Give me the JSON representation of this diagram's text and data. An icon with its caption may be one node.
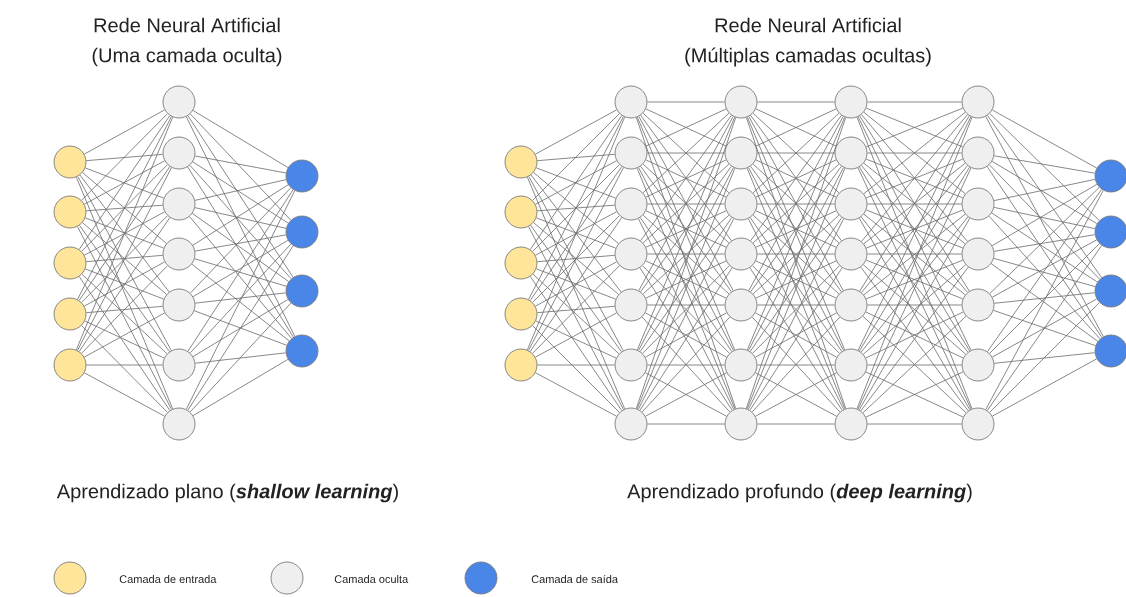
{
  "diagram": {
    "nodes": [
      {
        "text": [],
        "shape": "circle"
      },
      {
        "text": [],
        "shape": "circle"
      },
      {
        "text": [],
        "shape": "circle"
      },
      {
        "text": [],
        "shape": "circle"
      },
      {
        "text": [],
        "shape": "circle"
      },
      {
        "text": [],
        "shape": "circle"
      },
      {
        "text": [],
        "shape": "circle"
      },
      {
        "text": [],
        "shape": "circle"
      },
      {
        "text": [],
        "shape": "circle"
      },
      {
        "text": [],
        "shape": "circle"
      },
      {
        "text": [],
        "shape": "circle"
      },
      {
        "text": [],
        "shape": "circle"
      },
      {
        "text": [],
        "shape": "circle"
      },
      {
        "text": [],
        "shape": "circle"
      },
      {
        "text": [],
        "shape": "circle"
      },
      {
        "text": [],
        "shape": "circle"
      },
      {
        "text": [],
        "shape": "circle"
      },
      {
        "text": [],
        "shape": "circle"
      },
      {
        "text": [],
        "shape": "circle"
      },
      {
        "text": [],
        "shape": "circle"
      },
      {
        "text": [],
        "shape": "circle"
      },
      {
        "text": [],
        "shape": "circle"
      },
      {
        "text": [],
        "shape": "circle"
      },
      {
        "text": [],
        "shape": "circle"
      },
      {
        "text": [],
        "shape": "circle"
      },
      {
        "text": [],
        "shape": "circle"
      },
      {
        "text": [],
        "shape": "circle"
      },
      {
        "text": [],
        "shape": "circle"
      },
      {
        "text": [],
        "shape": "circle"
      },
      {
        "text": [],
        "shape": "circle"
      },
      {
        "text": [],
        "shape": "circle"
      },
      {
        "text": [],
        "shape": "circle"
      },
      {
        "text": [],
        "shape": "circle"
      },
      {
        "text": [],
        "shape": "circle"
      },
      {
        "text": [],
        "shape": "circle"
      },
      {
        "text": [],
        "shape": "circle"
      },
      {
        "text": [],
        "shape": "circle"
      },
      {
        "text": [],
        "shape": "circle"
      },
      {
        "text": [],
        "shape": "circle"
      },
      {
        "text": [],
        "shape": "circle"
      },
      {
        "text": [],
        "shape": "circle"
      },
      {
        "text": [],
        "shape": "circle"
      },
      {
        "text": [],
        "shape": "circle"
      },
      {
        "text": [],
        "shape": "circle"
      },
      {
        "text": [],
        "shape": "circle"
      },
      {
        "text": [],
        "shape": "circle"
      },
      {
        "text": [],
        "shape": "circle"
      },
      {
        "text": [],
        "shape": "circle"
      },
      {
        "text": [],
        "shape": "circle"
      },
      {
        "text": [],
        "shape": "circle"
      },
      {
        "text": [],
        "shape": "circle"
      },
      {
        "text": [],
        "shape": "circle"
      },
      {
        "text": [],
        "shape": "circle"
      }
    ],
    "edges": [
      {
        "from": 0,
        "to": 5,
        "arrow": "none"
      },
      {
        "from": 0,
        "to": 6,
        "arrow": "none"
      },
      {
        "from": 0,
        "to": 7,
        "arrow": "none"
      },
      {
        "from": 0,
        "to": 8,
        "arrow": "none"
      },
      {
        "from": 0,
        "to": 9,
        "arrow": "none"
      },
      {
        "from": 0,
        "to": 10,
        "arrow": "none"
      },
      {
        "from": 0,
        "to": 11,
        "arrow": "none"
      },
      {
        "from": 1,
        "to": 5,
        "arrow": "none"
      },
      {
        "from": 1,
        "to": 6,
        "arrow": "none"
      },
      {
        "from": 1,
        "to": 7,
        "arrow": "none"
      },
      {
        "from": 1,
        "to": 8,
        "arrow": "none"
      },
      {
        "from": 1,
        "to": 9,
        "arrow": "none"
      },
      {
        "from": 1,
        "to": 10,
        "arrow": "none"
      },
      {
        "from": 1,
        "to": 11,
        "arrow": "none"
      },
      {
        "from": 2,
        "to": 5,
        "arrow": "none"
      },
      {
        "from": 2,
        "to": 6,
        "arrow": "none"
      },
      {
        "from": 2,
        "to": 7,
        "arrow": "none"
      },
      {
        "from": 2,
        "to": 8,
        "arrow": "none"
      },
      {
        "from": 2,
        "to": 9,
        "arrow": "none"
      },
      {
        "from": 2,
        "to": 10,
        "arrow": "none"
      },
      {
        "from": 2,
        "to": 11,
        "arrow": "none"
      },
      {
        "from": 3,
        "to": 5,
        "arrow": "none"
      },
      {
        "from": 3,
        "to": 6,
        "arrow": "none"
      },
      {
        "from": 3,
        "to": 7,
        "arrow": "none"
      },
      {
        "from": 3,
        "to": 8,
        "arrow": "none"
      },
      {
        "from": 3,
        "to": 9,
        "arrow": "none"
      },
      {
        "from": 3,
        "to": 10,
        "arrow": "none"
      },
      {
        "from": 3,
        "to": 11,
        "arrow": "none"
      },
      {
        "from": 4,
        "to": 5,
        "arrow": "none"
      },
      {
        "from": 4,
        "to": 6,
        "arrow": "none"
      },
      {
        "from": 4,
        "to": 7,
        "arrow": "none"
      },
      {
        "from": 4,
        "to": 8,
        "arrow": "none"
      },
      {
        "from": 4,
        "to": 9,
        "arrow": "none"
      },
      {
        "from": 4,
        "to": 10,
        "arrow": "none"
      },
      {
        "from": 4,
        "to": 11,
        "arrow": "none"
      },
      {
        "from": 5,
        "to": 12,
        "arrow": "none"
      },
      {
        "from": 5,
        "to": 13,
        "arrow": "none"
      },
      {
        "from": 5,
        "to": 14,
        "arrow": "none"
      },
      {
        "from": 5,
        "to": 15,
        "arrow": "none"
      },
      {
        "from": 6,
        "to": 12,
        "arrow": "none"
      },
      {
        "from": 6,
        "to": 13,
        "arrow": "none"
      },
      {
        "from": 6,
        "to": 14,
        "arrow": "none"
      },
      {
        "from": 6,
        "to": 15,
        "arrow": "none"
      },
      {
        "from": 7,
        "to": 12,
        "arrow": "none"
      },
      {
        "from": 7,
        "to": 13,
        "arrow": "none"
      },
      {
        "from": 7,
        "to": 14,
        "arrow": "none"
      },
      {
        "from": 7,
        "to": 15,
        "arrow": "none"
      },
      {
        "from": 8,
        "to": 12,
        "arrow": "none"
      },
      {
        "from": 8,
        "to": 13,
        "arrow": "none"
      },
      {
        "from": 8,
        "to": 14,
        "arrow": "none"
      },
      {
        "from": 8,
        "to": 15,
        "arrow": "none"
      },
      {
        "from": 9,
        "to": 12,
        "arrow": "none"
      },
      {
        "from": 9,
        "to": 13,
        "arrow": "none"
      },
      {
        "from": 9,
        "to": 14,
        "arrow": "none"
      },
      {
        "from": 9,
        "to": 15,
        "arrow": "none"
      },
      {
        "from": 10,
        "to": 12,
        "arrow": "none"
      },
      {
        "from": 10,
        "to": 13,
        "arrow": "none"
      },
      {
        "from": 10,
        "to": 14,
        "arrow": "none"
      },
      {
        "from": 10,
        "to": 15,
        "arrow": "none"
      },
      {
        "from": 11,
        "to": 12,
        "arrow": "none"
      },
      {
        "from": 11,
        "to": 13,
        "arrow": "none"
      },
      {
        "from": 11,
        "to": 14,
        "arrow": "none"
      },
      {
        "from": 11,
        "to": 15,
        "arrow": "none"
      },
      {
        "from": 16,
        "to": 21,
        "arrow": "none"
      },
      {
        "from": 16,
        "to": 22,
        "arrow": "none"
      },
      {
        "from": 16,
        "to": 23,
        "arrow": "none"
      },
      {
        "from": 16,
        "to": 24,
        "arrow": "none"
      },
      {
        "from": 16,
        "to": 25,
        "arrow": "none"
      },
      {
        "from": 16,
        "to": 26,
        "arrow": "none"
      },
      {
        "from": 16,
        "to": 27,
        "arrow": "none"
      },
      {
        "from": 17,
        "to": 21,
        "arrow": "none"
      },
      {
        "from": 17,
        "to": 22,
        "arrow": "none"
      },
      {
        "from": 17,
        "to": 23,
        "arrow": "none"
      },
      {
        "from": 17,
        "to": 24,
        "arrow": "none"
      },
      {
        "from": 17,
        "to": 25,
        "arrow": "none"
      },
      {
        "from": 17,
        "to": 26,
        "arrow": "none"
      },
      {
        "from": 17,
        "to": 27,
        "arrow": "none"
      },
      {
        "from": 18,
        "to": 21,
        "arrow": "none"
      },
      {
        "from": 18,
        "to": 22,
        "arrow": "none"
      },
      {
        "from": 18,
        "to": 23,
        "arrow": "none"
      },
      {
        "from": 18,
        "to": 24,
        "arrow": "none"
      },
      {
        "from": 18,
        "to": 25,
        "arrow": "none"
      },
      {
        "from": 18,
        "to": 26,
        "arrow": "none"
      },
      {
        "from": 18,
        "to": 27,
        "arrow": "none"
      },
      {
        "from": 19,
        "to": 21,
        "arrow": "none"
      },
      {
        "from": 19,
        "to": 22,
        "arrow": "none"
      },
      {
        "from": 19,
        "to": 23,
        "arrow": "none"
      },
      {
        "from": 19,
        "to": 24,
        "arrow": "none"
      },
      {
        "from": 19,
        "to": 25,
        "arrow": "none"
      },
      {
        "from": 19,
        "to": 26,
        "arrow": "none"
      },
      {
        "from": 19,
        "to": 27,
        "arrow": "none"
      },
      {
        "from": 20,
        "to": 21,
        "arrow": "none"
      },
      {
        "from": 20,
        "to": 22,
        "arrow": "none"
      },
      {
        "from": 20,
        "to": 23,
        "arrow": "none"
      },
      {
        "from": 20,
        "to": 24,
        "arrow": "none"
      },
      {
        "from": 20,
        "to": 25,
        "arrow": "none"
      },
      {
        "from": 20,
        "to": 26,
        "arrow": "none"
      },
      {
        "from": 20,
        "to": 27,
        "arrow": "none"
      },
      {
        "from": 21,
        "to": 28,
        "arrow": "none"
      },
      {
        "from": 21,
        "to": 29,
        "arrow": "none"
      },
      {
        "from": 21,
        "to": 30,
        "arrow": "none"
      },
      {
        "from": 21,
        "to": 31,
        "arrow": "none"
      },
      {
        "from": 21,
        "to": 32,
        "arrow": "none"
      },
      {
        "from": 21,
        "to": 33,
        "arrow": "none"
      },
      {
        "from": 21,
        "to": 34,
        "arrow": "none"
      },
      {
        "from": 22,
        "to": 28,
        "arrow": "none"
      },
      {
        "from": 22,
        "to": 29,
        "arrow": "none"
      },
      {
        "from": 22,
        "to": 30,
        "arrow": "none"
      },
      {
        "from": 22,
        "to": 31,
        "arrow": "none"
      },
      {
        "from": 22,
        "to": 32,
        "arrow": "none"
      },
      {
        "from": 22,
        "to": 33,
        "arrow": "none"
      },
      {
        "from": 22,
        "to": 34,
        "arrow": "none"
      },
      {
        "from": 23,
        "to": 28,
        "arrow": "none"
      },
      {
        "from": 23,
        "to": 29,
        "arrow": "none"
      },
      {
        "from": 23,
        "to": 30,
        "arrow": "none"
      },
      {
        "from": 23,
        "to": 31,
        "arrow": "none"
      },
      {
        "from": 23,
        "to": 32,
        "arrow": "none"
      },
      {
        "from": 23,
        "to": 33,
        "arrow": "none"
      },
      {
        "from": 23,
        "to": 34,
        "arrow": "none"
      },
      {
        "from": 24,
        "to": 28,
        "arrow": "none"
      },
      {
        "from": 24,
        "to": 29,
        "arrow": "none"
      },
      {
        "from": 24,
        "to": 30,
        "arrow": "none"
      },
      {
        "from": 24,
        "to": 31,
        "arrow": "none"
      },
      {
        "from": 24,
        "to": 32,
        "arrow": "none"
      },
      {
        "from": 24,
        "to": 33,
        "arrow": "none"
      },
      {
        "from": 24,
        "to": 34,
        "arrow": "none"
      },
      {
        "from": 25,
        "to": 28,
        "arrow": "none"
      },
      {
        "from": 25,
        "to": 29,
        "arrow": "none"
      },
      {
        "from": 25,
        "to": 30,
        "arrow": "none"
      },
      {
        "from": 25,
        "to": 31,
        "arrow": "none"
      },
      {
        "from": 25,
        "to": 32,
        "arrow": "none"
      },
      {
        "from": 25,
        "to": 33,
        "arrow": "none"
      },
      {
        "from": 25,
        "to": 34,
        "arrow": "none"
      },
      {
        "from": 26,
        "to": 28,
        "arrow": "none"
      },
      {
        "from": 26,
        "to": 29,
        "arrow": "none"
      },
      {
        "from": 26,
        "to": 30,
        "arrow": "none"
      },
      {
        "from": 26,
        "to": 31,
        "arrow": "none"
      },
      {
        "from": 26,
        "to": 32,
        "arrow": "none"
      },
      {
        "from": 26,
        "to": 33,
        "arrow": "none"
      },
      {
        "from": 26,
        "to": 34,
        "arrow": "none"
      },
      {
        "from": 27,
        "to": 28,
        "arrow": "none"
      },
      {
        "from": 27,
        "to": 29,
        "arrow": "none"
      },
      {
        "from": 27,
        "to": 30,
        "arrow": "none"
      },
      {
        "from": 27,
        "to": 31,
        "arrow": "none"
      },
      {
        "from": 27,
        "to": 32,
        "arrow": "none"
      },
      {
        "from": 27,
        "to": 33,
        "arrow": "none"
      },
      {
        "from": 27,
        "to": 34,
        "arrow": "none"
      },
      {
        "from": 28,
        "to": 35,
        "arrow": "none"
      },
      {
        "from": 28,
        "to": 36,
        "arrow": "none"
      },
      {
        "from": 28,
        "to": 37,
        "arrow": "none"
      },
      {
        "from": 28,
        "to": 38,
        "arrow": "none"
      },
      {
        "from": 28,
        "to": 39,
        "arrow": "none"
      },
      {
        "from": 28,
        "to": 40,
        "arrow": "none"
      },
      {
        "from": 28,
        "to": 41,
        "arrow": "none"
      },
      {
        "from": 29,
        "to": 35,
        "arrow": "none"
      },
      {
        "from": 29,
        "to": 36,
        "arrow": "none"
      },
      {
        "from": 29,
        "to": 37,
        "arrow": "none"
      },
      {
        "from": 29,
        "to": 38,
        "arrow": "none"
      },
      {
        "from": 29,
        "to": 39,
        "arrow": "none"
      },
      {
        "from": 29,
        "to": 40,
        "arrow": "none"
      },
      {
        "from": 29,
        "to": 41,
        "arrow": "none"
      },
      {
        "from": 30,
        "to": 35,
        "arrow": "none"
      },
      {
        "from": 30,
        "to": 36,
        "arrow": "none"
      },
      {
        "from": 30,
        "to": 37,
        "arrow": "none"
      },
      {
        "from": 30,
        "to": 38,
        "arrow": "none"
      },
      {
        "from": 30,
        "to": 39,
        "arrow": "none"
      },
      {
        "from": 30,
        "to": 40,
        "arrow": "none"
      },
      {
        "from": 30,
        "to": 41,
        "arrow": "none"
      },
      {
        "from": 31,
        "to": 35,
        "arrow": "none"
      },
      {
        "from": 31,
        "to": 36,
        "arrow": "none"
      },
      {
        "from": 31,
        "to": 37,
        "arrow": "none"
      },
      {
        "from": 31,
        "to": 38,
        "arrow": "none"
      },
      {
        "from": 31,
        "to": 39,
        "arrow": "none"
      },
      {
        "from": 31,
        "to": 40,
        "arrow": "none"
      },
      {
        "from": 31,
        "to": 41,
        "arrow": "none"
      },
      {
        "from": 32,
        "to": 35,
        "arrow": "none"
      },
      {
        "from": 32,
        "to": 36,
        "arrow": "none"
      },
      {
        "from": 32,
        "to": 37,
        "arrow": "none"
      },
      {
        "from": 32,
        "to": 38,
        "arrow": "none"
      },
      {
        "from": 32,
        "to": 39,
        "arrow": "none"
      },
      {
        "from": 32,
        "to": 40,
        "arrow": "none"
      },
      {
        "from": 32,
        "to": 41,
        "arrow": "none"
      },
      {
        "from": 33,
        "to": 35,
        "arrow": "none"
      },
      {
        "from": 33,
        "to": 36,
        "arrow": "none"
      },
      {
        "from": 33,
        "to": 37,
        "arrow": "none"
      },
      {
        "from": 33,
        "to": 38,
        "arrow": "none"
      },
      {
        "from": 33,
        "to": 39,
        "arrow": "none"
      },
      {
        "from": 33,
        "to": 40,
        "arrow": "none"
      },
      {
        "from": 33,
        "to": 41,
        "arrow": "none"
      },
      {
        "from": 34,
        "to": 35,
        "arrow": "none"
      },
      {
        "from": 34,
        "to": 36,
        "arrow": "none"
      },
      {
        "from": 34,
        "to": 37,
        "arrow": "none"
      },
      {
        "from": 34,
        "to": 38,
        "arrow": "none"
      },
      {
        "from": 34,
        "to": 39,
        "arrow": "none"
      },
      {
        "from": 34,
        "to": 40,
        "arrow": "none"
      },
      {
        "from": 34,
        "to": 41,
        "arrow": "none"
      },
      {
        "from": 35,
        "to": 42,
        "arrow": "none"
      },
      {
        "from": 35,
        "to": 43,
        "arrow": "none"
      },
      {
        "from": 35,
        "to": 44,
        "arrow": "none"
      },
      {
        "from": 35,
        "to": 45,
        "arrow": "none"
      },
      {
        "from": 35,
        "to": 46,
        "arrow": "none"
      },
      {
        "from": 35,
        "to": 47,
        "arrow": "none"
      },
      {
        "from": 35,
        "to": 48,
        "arrow": "none"
      },
      {
        "from": 36,
        "to": 42,
        "arrow": "none"
      },
      {
        "from": 36,
        "to": 43,
        "arrow": "none"
      },
      {
        "from": 36,
        "to": 44,
        "arrow": "none"
      },
      {
        "from": 36,
        "to": 45,
        "arrow": "none"
      },
      {
        "from": 36,
        "to": 46,
        "arrow": "none"
      },
      {
        "from": 36,
        "to": 47,
        "arrow": "none"
      },
      {
        "from": 36,
        "to": 48,
        "arrow": "none"
      },
      {
        "from": 37,
        "to": 42,
        "arrow": "none"
      },
      {
        "from": 37,
        "to": 43,
        "arrow": "none"
      },
      {
        "from": 37,
        "to": 44,
        "arrow": "none"
      },
      {
        "from": 37,
        "to": 45,
        "arrow": "none"
      },
      {
        "from": 37,
        "to": 46,
        "arrow": "none"
      },
      {
        "from": 37,
        "to": 47,
        "arrow": "none"
      },
      {
        "from": 37,
        "to": 48,
        "arrow": "none"
      },
      {
        "from": 38,
        "to": 42,
        "arrow": "none"
      },
      {
        "from": 38,
        "to": 43,
        "arrow": "none"
      },
      {
        "from": 38,
        "to": 44,
        "arrow": "none"
      },
      {
        "from": 38,
        "to": 45,
        "arrow": "none"
      },
      {
        "from": 38,
        "to": 46,
        "arrow": "none"
      },
      {
        "from": 38,
        "to": 47,
        "arrow": "none"
      },
      {
        "from": 38,
        "to": 48,
        "arrow": "none"
      },
      {
        "from": 39,
        "to": 42,
        "arrow": "none"
      },
      {
        "from": 39,
        "to": 43,
        "arrow": "none"
      },
      {
        "from": 39,
        "to": 44,
        "arrow": "none"
      },
      {
        "from": 39,
        "to": 45,
        "arrow": "none"
      },
      {
        "from": 39,
        "to": 46,
        "arrow": "none"
      },
      {
        "from": 39,
        "to": 47,
        "arrow": "none"
      },
      {
        "from": 39,
        "to": 48,
        "arrow": "none"
      },
      {
        "from": 40,
        "to": 42,
        "arrow": "none"
      },
      {
        "from": 40,
        "to": 43,
        "arrow": "none"
      },
      {
        "from": 40,
        "to": 44,
        "arrow": "none"
      },
      {
        "from": 40,
        "to": 45,
        "arrow": "none"
      },
      {
        "from": 40,
        "to": 46,
        "arrow": "none"
      },
      {
        "from": 40,
        "to": 47,
        "arrow": "none"
      },
      {
        "from": 40,
        "to": 48,
        "arrow": "none"
      },
      {
        "from": 41,
        "to": 42,
        "arrow": "none"
      },
      {
        "from": 41,
        "to": 43,
        "arrow": "none"
      },
      {
        "from": 41,
        "to": 44,
        "arrow": "none"
      },
      {
        "from": 41,
        "to": 45,
        "arrow": "none"
      },
      {
        "from": 41,
        "to": 46,
        "arrow": "none"
      },
      {
        "from": 41,
        "to": 47,
        "arrow": "none"
      },
      {
        "from": 41,
        "to": 48,
        "arrow": "none"
      },
      {
        "from": 42,
        "to": 49,
        "arrow": "none"
      },
      {
        "from": 42,
        "to": 50,
        "arrow": "none"
      },
      {
        "from": 42,
        "to": 51,
        "arrow": "none"
      },
      {
        "from": 42,
        "to": 52,
        "arrow": "none"
      },
      {
        "from": 43,
        "to": 49,
        "arrow": "none"
      },
      {
        "from": 43,
        "to": 50,
        "arrow": "none"
      },
      {
        "from": 43,
        "to": 51,
        "arrow": "none"
      },
      {
        "from": 43,
        "to": 52,
        "arrow": "none"
      },
      {
        "from": 44,
        "to": 49,
        "arrow": "none"
      },
      {
        "from": 44,
        "to": 50,
        "arrow": "none"
      },
      {
        "from": 44,
        "to": 51,
        "arrow": "none"
      },
      {
        "from": 44,
        "to": 52,
        "arrow": "none"
      },
      {
        "from": 45,
        "to": 49,
        "arrow": "none"
      },
      {
        "from": 45,
        "to": 50,
        "arrow": "none"
      },
      {
        "from": 45,
        "to": 51,
        "arrow": "none"
      },
      {
        "from": 45,
        "to": 52,
        "arrow": "none"
      },
      {
        "from": 46,
        "to": 49,
        "arrow": "none"
      },
      {
        "from": 46,
        "to": 50,
        "arrow": "none"
      },
      {
        "from": 46,
        "to": 51,
        "arrow": "none"
      },
      {
        "from": 46,
        "to": 52,
        "arrow": "none"
      },
      {
        "from": 47,
        "to": 49,
        "arrow": "none"
      },
      {
        "from": 47,
        "to": 50,
        "arrow": "none"
      },
      {
        "from": 47,
        "to": 51,
        "arrow": "none"
      },
      {
        "from": 47,
        "to": 52,
        "arrow": "none"
      },
      {
        "from": 48,
        "to": 49,
        "arrow": "none"
      },
      {
        "from": 48,
        "to": 50,
        "arrow": "none"
      },
      {
        "from": 48,
        "to": 51,
        "arrow": "none"
      },
      {
        "from": 48,
        "to": 52,
        "arrow": "none"
      }
    ],
    "labels": [
      "Rede Neural Artificial",
      "(Uma camada oculta)",
      "Rede Neural Artificial",
      "(Múltiplas camadas ocultas)",
      "Aprendizado plano (**shallow learning**)",
      "Aprendizado profundo (**deep learning**)"
    ],
    "legend": [
      {
        "text": "Camada de entrada",
        "color": "#ffe599"
      },
      {
        "text": "Camada oculta",
        "color": "#efefef"
      },
      {
        "text": "Camada de saída",
        "color": "#4a86e8"
      }
    ]
  }
}
